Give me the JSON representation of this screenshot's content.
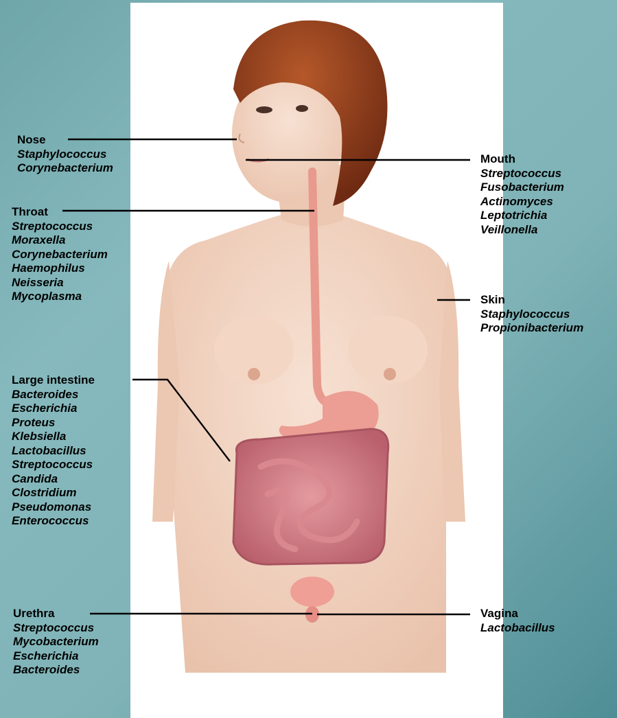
{
  "diagram": {
    "sites": [
      {
        "id": "nose",
        "name": "Nose",
        "genera": [
          "Staphylococcus",
          "Corynebacterium"
        ]
      },
      {
        "id": "throat",
        "name": "Throat",
        "genera": [
          "Streptococcus",
          "Moraxella",
          "Corynebacterium",
          "Haemophilus",
          "Neisseria",
          "Mycoplasma"
        ]
      },
      {
        "id": "large_intestine",
        "name": "Large intestine",
        "genera": [
          "Bacteroides",
          "Escherichia",
          "Proteus",
          "Klebsiella",
          "Lactobacillus",
          "Streptococcus",
          "Candida",
          "Clostridium",
          "Pseudomonas",
          "Enterococcus"
        ]
      },
      {
        "id": "urethra",
        "name": "Urethra",
        "genera": [
          "Streptococcus",
          "Mycobacterium",
          "Escherichia",
          "Bacteroides"
        ]
      },
      {
        "id": "mouth",
        "name": "Mouth",
        "genera": [
          "Streptococcus",
          "Fusobacterium",
          "Actinomyces",
          "Leptotrichia",
          "Veillonella"
        ]
      },
      {
        "id": "skin",
        "name": "Skin",
        "genera": [
          "Staphylococcus",
          "Propionibacterium"
        ]
      },
      {
        "id": "vagina",
        "name": "Vagina",
        "genera": [
          "Lactobacillus"
        ]
      }
    ]
  },
  "colors": {
    "background": "#7fb3b7",
    "panel": "#ffffff",
    "skin": "#f2d4c2",
    "hair": "#8a3a1c",
    "intestine": "#c9707a",
    "esophagus": "#e89a8e",
    "leader": "#000000"
  }
}
